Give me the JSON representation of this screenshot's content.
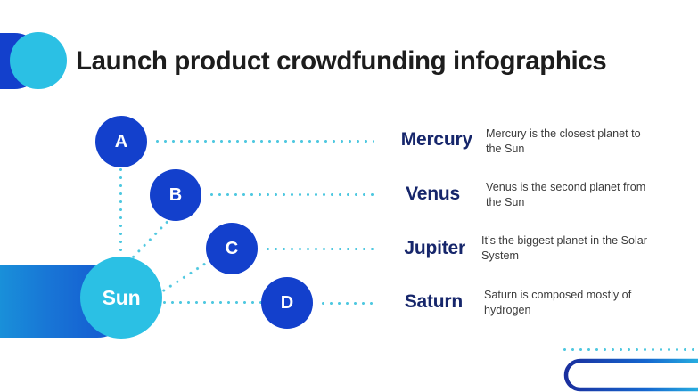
{
  "slide": {
    "title": "Launch product crowdfunding infographics",
    "hub": {
      "label": "Sun"
    },
    "nodes": [
      {
        "letter": "A"
      },
      {
        "letter": "B"
      },
      {
        "letter": "C"
      },
      {
        "letter": "D"
      }
    ],
    "items": [
      {
        "letter": "A",
        "name": "Mercury",
        "description": "Mercury is the closest planet to the Sun"
      },
      {
        "letter": "B",
        "name": "Venus",
        "description": "Venus is the second planet from the Sun"
      },
      {
        "letter": "C",
        "name": "Jupiter",
        "description": "It’s the biggest planet in the Solar System"
      },
      {
        "letter": "D",
        "name": "Saturn",
        "description": "Saturn is composed mostly of hydrogen"
      }
    ],
    "colors": {
      "node_blue": "#1340cc",
      "cyan": "#2bc0e4",
      "dot_line": "#4fc8e0",
      "name_navy": "#16266b",
      "title_black": "#1d1d1d",
      "desc_gray": "#3c3c3c",
      "gradient_start": "#1aa3dc",
      "gradient_end": "#1450cf"
    }
  }
}
